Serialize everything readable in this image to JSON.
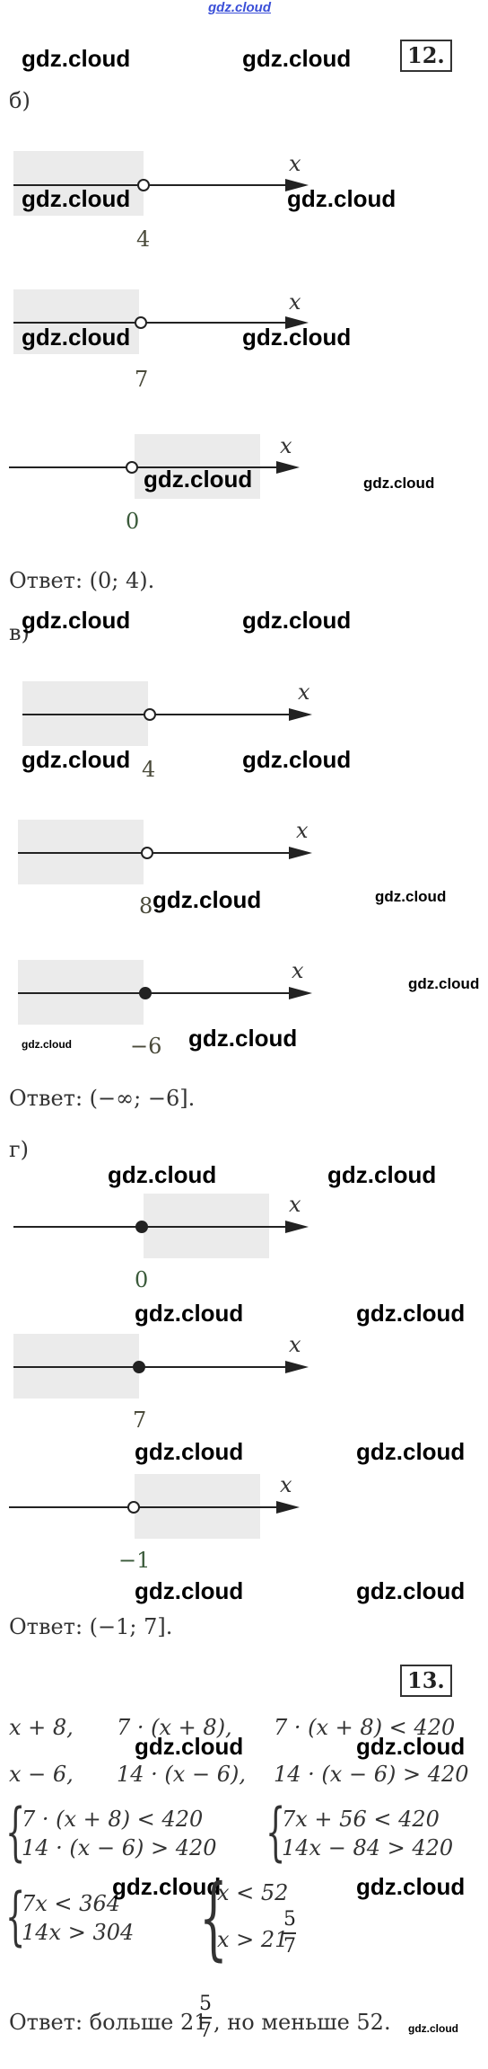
{
  "watermarks": {
    "site": "gdz.cloud"
  },
  "task12": {
    "number": "12.",
    "parts": {
      "b": "б)",
      "v": "в)",
      "g": "г)"
    },
    "axis_label": "x",
    "answers": {
      "b": "Ответ: (0; 4).",
      "v": "Ответ: (−∞; −6].",
      "g": "Ответ: (−1; 7]."
    },
    "number_lines": [
      {
        "id": "b1",
        "point": "4",
        "closed": false
      },
      {
        "id": "b2",
        "point": "7",
        "closed": false
      },
      {
        "id": "b3",
        "point": "0",
        "closed": false
      },
      {
        "id": "v1",
        "point": "4",
        "closed": false
      },
      {
        "id": "v2",
        "point": "8",
        "closed": false
      },
      {
        "id": "v3",
        "point": "−6",
        "closed": true
      },
      {
        "id": "g1",
        "point": "0",
        "closed": true
      },
      {
        "id": "g2",
        "point": "7",
        "closed": true
      },
      {
        "id": "g3",
        "point": "−1",
        "closed": false
      }
    ]
  },
  "task13": {
    "number": "13.",
    "row1": [
      "x + 8,",
      "7 · (x + 8),",
      "7 · (x + 8) < 420"
    ],
    "row2": [
      "x − 6,",
      "14 · (x − 6),",
      "14 · (x − 6) > 420"
    ],
    "system1": [
      "7 · (x + 8) < 420",
      "14 · (x − 6) > 420"
    ],
    "system2": [
      "7x + 56 < 420",
      "14x − 84 > 420"
    ],
    "system3": [
      "7x < 364",
      "14x > 304"
    ],
    "system4_line1": "x < 52",
    "system4_line2_prefix": "x > 21",
    "frac_num": "5",
    "frac_den": "7",
    "answer_prefix": "Ответ: больше 21",
    "answer_suffix": ", но меньше 52."
  }
}
